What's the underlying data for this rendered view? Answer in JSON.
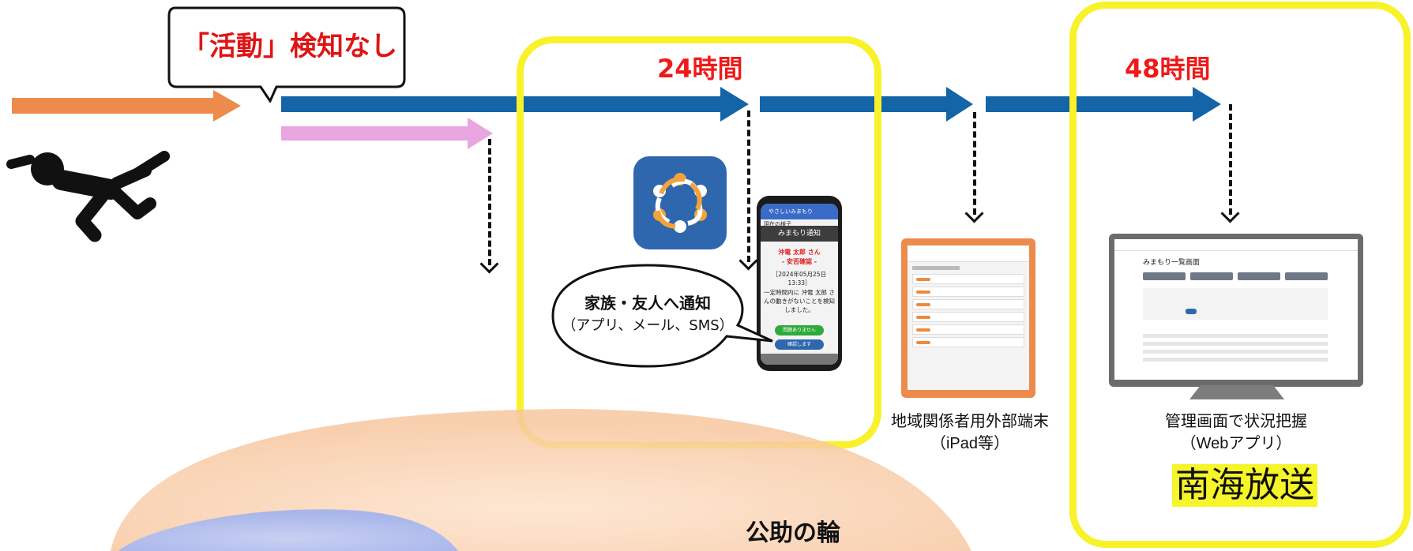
{
  "colors": {
    "orange_arrow": "#ed8b4c",
    "blue_arrow": "#1464a8",
    "pink_arrow": "#e8a5e0",
    "highlight_frame": "#f7f22a",
    "hour_label": "#ee1a1a",
    "broadcast_highlight": "#f5f52a"
  },
  "callout": {
    "no_activity": "「活動」検知なし"
  },
  "timeline": {
    "label_24h": "24時間",
    "label_48h": "48時間"
  },
  "notify_bubble": {
    "line1": "家族・友人へ通知",
    "line2": "（アプリ、メール、SMS）"
  },
  "phone_screen": {
    "app_bar_title": "やさしいみまもり",
    "section_label": "現在の様子",
    "dialog_title": "みまもり通知",
    "person": "沖電 太郎 さん",
    "status": "- 安否確認 -",
    "date": "［2024年05月25日",
    "time": "13:33］",
    "message": "一定時間内に 沖電 太郎 さんの動きがないことを検知しました。",
    "btn_safe": "問題ありません",
    "btn_check": "確認します"
  },
  "tablet": {
    "caption_line1": "地域関係者用外部端末",
    "caption_line2": "（iPad等）"
  },
  "monitor": {
    "screen_title": "みまもり一覧画面",
    "caption_line1": "管理画面で状況把握",
    "caption_line2": "（Webアプリ）"
  },
  "broadcast": "南海放送",
  "bottom": {
    "public_help_circle": "公助の輪"
  }
}
